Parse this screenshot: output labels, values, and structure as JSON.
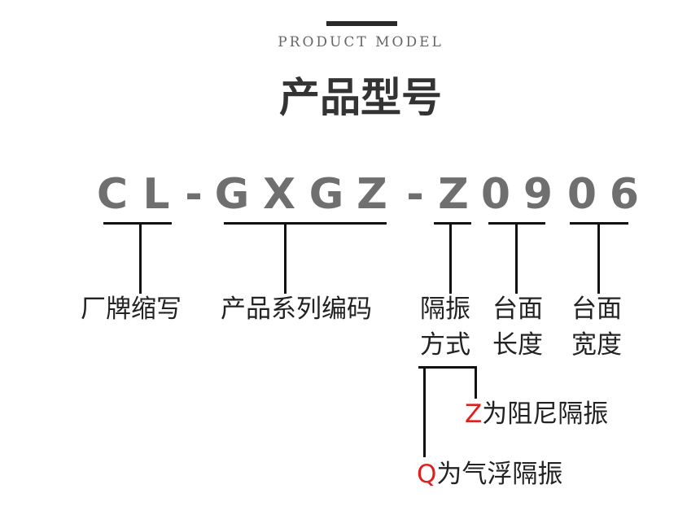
{
  "header": {
    "subtitle": "PRODUCT MODEL",
    "title": "产品型号"
  },
  "model_code": [
    "C",
    "L",
    "-",
    "G",
    "X",
    "G",
    "Z",
    "-",
    "Z",
    "0",
    "9",
    "0",
    "6"
  ],
  "labels": {
    "brand": "厂牌缩写",
    "series": "产品系列编码",
    "isolation_1": "隔振",
    "isolation_2": "方式",
    "length_1": "台面",
    "length_2": "长度",
    "width_1": "台面",
    "width_2": "宽度"
  },
  "options": {
    "z_letter": "Z",
    "z_text": "为阻尼隔振",
    "q_letter": "Q",
    "q_text": "为气浮隔振"
  },
  "colors": {
    "code": "#6f6f6f",
    "accent": "#e0201f",
    "text": "#222222"
  }
}
